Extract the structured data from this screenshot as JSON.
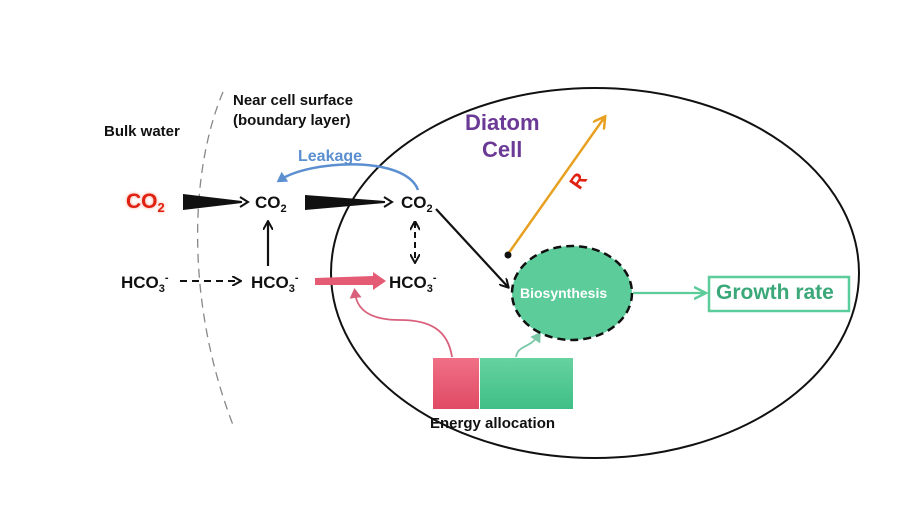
{
  "regions": {
    "bulk_water": "Bulk water",
    "near_surface_line1": "Near cell surface",
    "near_surface_line2": "(boundary layer)",
    "cell_line1": "Diatom",
    "cell_line2": "Cell"
  },
  "species": {
    "co2_base": "CO",
    "co2_sub": "2",
    "hco3_base": "HCO",
    "hco3_sub": "3",
    "hco3_sup": "-"
  },
  "labels": {
    "leakage": "Leakage",
    "radius": "R",
    "biosynthesis": "Biosynthesis",
    "growth_rate": "Growth rate",
    "energy_allocation": "Energy allocation"
  },
  "colors": {
    "co2_bulk": "#e02010",
    "leakage": "#5b8fd0",
    "cell_title": "#6b3a96",
    "radius_arrow": "#e8a020",
    "radius_label": "#e02010",
    "biosynthesis_fill": "#5ccc9a",
    "growth": "#3aa878",
    "energy_red": "#e8506a",
    "energy_green": "#48c68e"
  }
}
